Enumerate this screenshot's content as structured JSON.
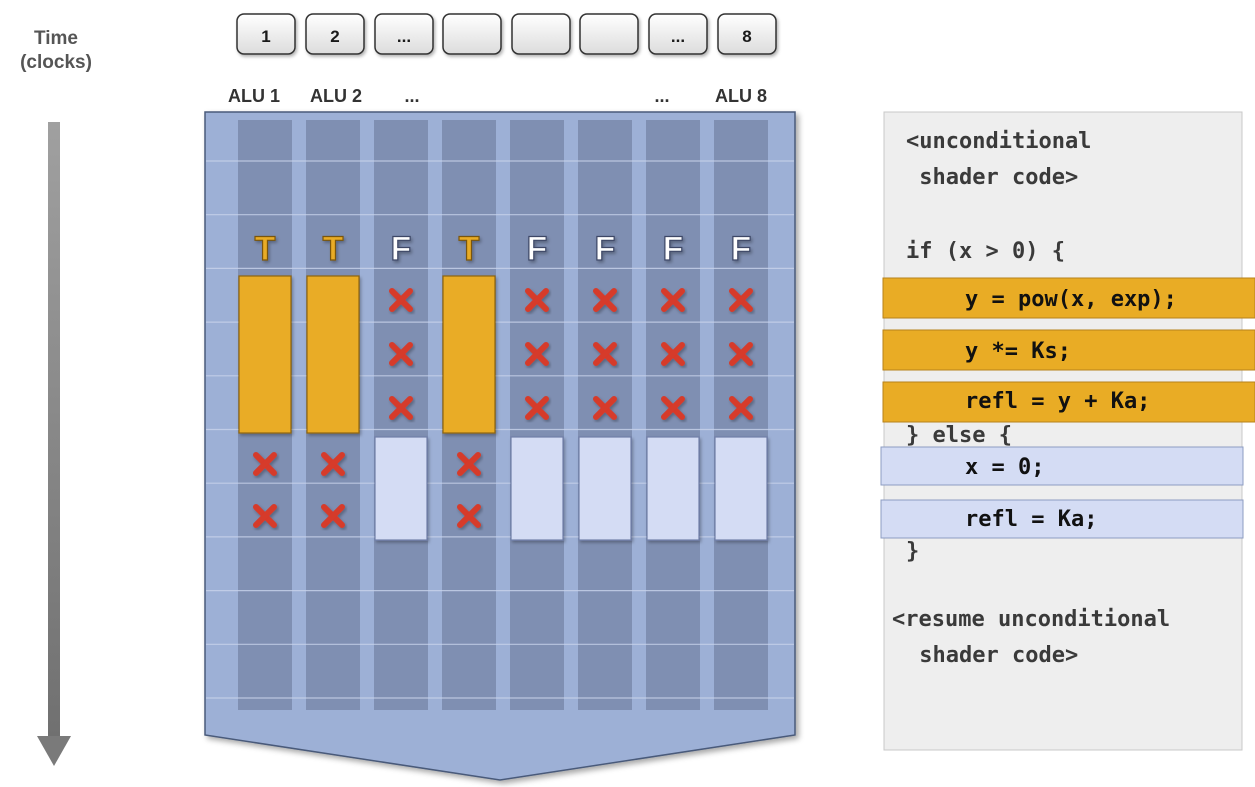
{
  "header": {
    "time_line1": "Time",
    "time_line2": "(clocks)"
  },
  "alu_boxes": [
    "1",
    "2",
    "...",
    "",
    "",
    "",
    "...",
    "8"
  ],
  "alu_labels": [
    "ALU 1",
    "ALU 2",
    "...",
    "",
    "",
    "",
    "...",
    "ALU 8"
  ],
  "condition_results": [
    "T",
    "T",
    "F",
    "T",
    "F",
    "F",
    "F",
    "F"
  ],
  "colors": {
    "true_branch": "#e9ac25",
    "false_branch": "#d4dcf4",
    "mask_x": "#d63a2a",
    "background": "#9db0d6",
    "lane": "#7f8fb2",
    "code_panel": "#eeeeee"
  },
  "code": {
    "line1": "<unconditional",
    "line2": " shader code>",
    "if_line": "if (x > 0) {",
    "true_lines": [
      "y = pow(x, exp);",
      "y *= Ks;",
      "refl = y + Ka;"
    ],
    "else_line": "} else {",
    "false_lines": [
      "x = 0;",
      "refl = Ka;"
    ],
    "close_line": "}",
    "resume1": "<resume unconditional",
    "resume2": " shader code>"
  }
}
